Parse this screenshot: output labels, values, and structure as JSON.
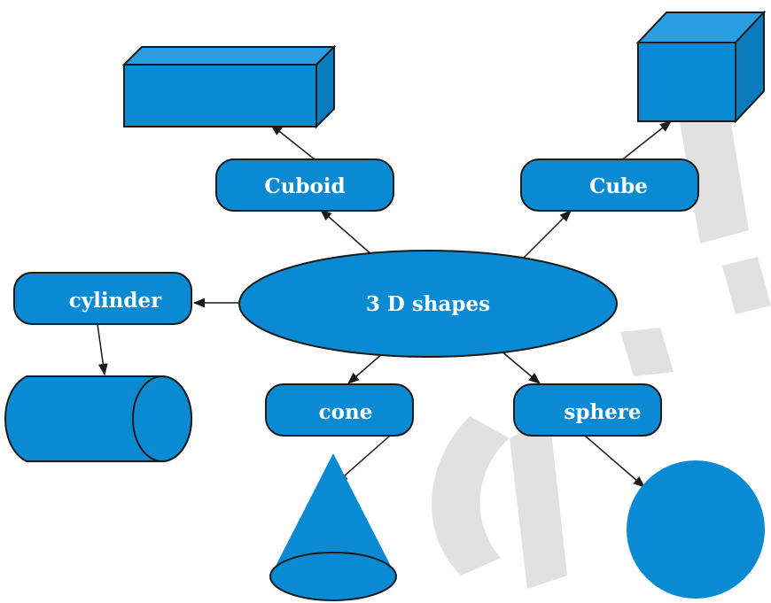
{
  "colors": {
    "fill": "#0a8ad2",
    "fill_light": "#2a9ee0",
    "outline": "#1a1a1a",
    "arrow": "#1a1a1a",
    "label": "#ffffff",
    "watermark": "#c8c8c8"
  },
  "center": {
    "label": "3 D shapes"
  },
  "nodes": {
    "cuboid": "Cuboid",
    "cube": "Cube",
    "cylinder": "cylinder",
    "cone": "cone",
    "sphere": "sphere"
  },
  "shapes": [
    "cuboid-shape",
    "cube-shape",
    "cylinder-shape",
    "cone-shape",
    "sphere-shape"
  ]
}
